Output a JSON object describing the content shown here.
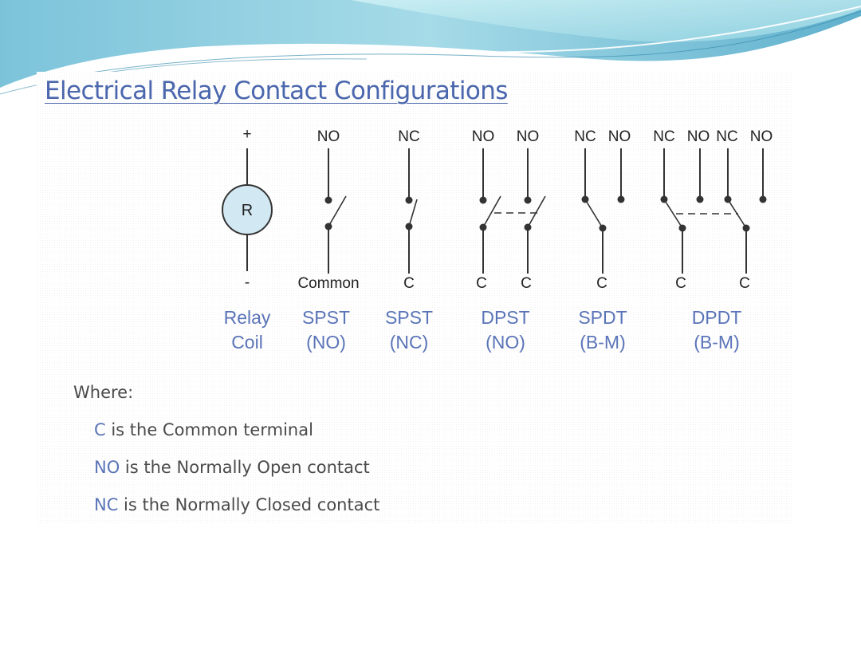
{
  "title": "Electrical Relay Contact Configurations",
  "diagram": {
    "coil": {
      "symbol": "R",
      "plus": "+",
      "minus": "-"
    },
    "terminals": {
      "spst_no_top": "NO",
      "spst_no_bottom": "Common",
      "spst_nc_top": "NC",
      "spst_nc_bottom": "C",
      "dpst_top_1": "NO",
      "dpst_top_2": "NO",
      "dpst_bottom_1": "C",
      "dpst_bottom_2": "C",
      "spdt_top_1": "NC",
      "spdt_top_2": "NO",
      "spdt_bottom": "C",
      "dpdt_top_1": "NC",
      "dpdt_top_2": "NO",
      "dpdt_top_3": "NC",
      "dpdt_top_4": "NO",
      "dpdt_bottom_1": "C",
      "dpdt_bottom_2": "C"
    },
    "captions": [
      {
        "line1": "Relay",
        "line2": "Coil"
      },
      {
        "line1": "SPST",
        "line2": "(NO)"
      },
      {
        "line1": "SPST",
        "line2": "(NC)"
      },
      {
        "line1": "DPST",
        "line2": "(NO)"
      },
      {
        "line1": "SPDT",
        "line2": "(B-M)"
      },
      {
        "line1": "DPDT",
        "line2": "(B-M)"
      }
    ]
  },
  "legend": {
    "where": "Where:",
    "items": [
      {
        "abbr": "C",
        "text": " is the Common terminal"
      },
      {
        "abbr": "NO",
        "text": " is the Normally Open contact"
      },
      {
        "abbr": "NC",
        "text": " is the Normally Closed contact"
      }
    ]
  },
  "colors": {
    "title": "#4a66ad",
    "caption": "#5a74b8",
    "coil_fill": "#d2e8f2",
    "banner_light": "#b8e6ee",
    "banner_dark": "#5fb0cd"
  }
}
